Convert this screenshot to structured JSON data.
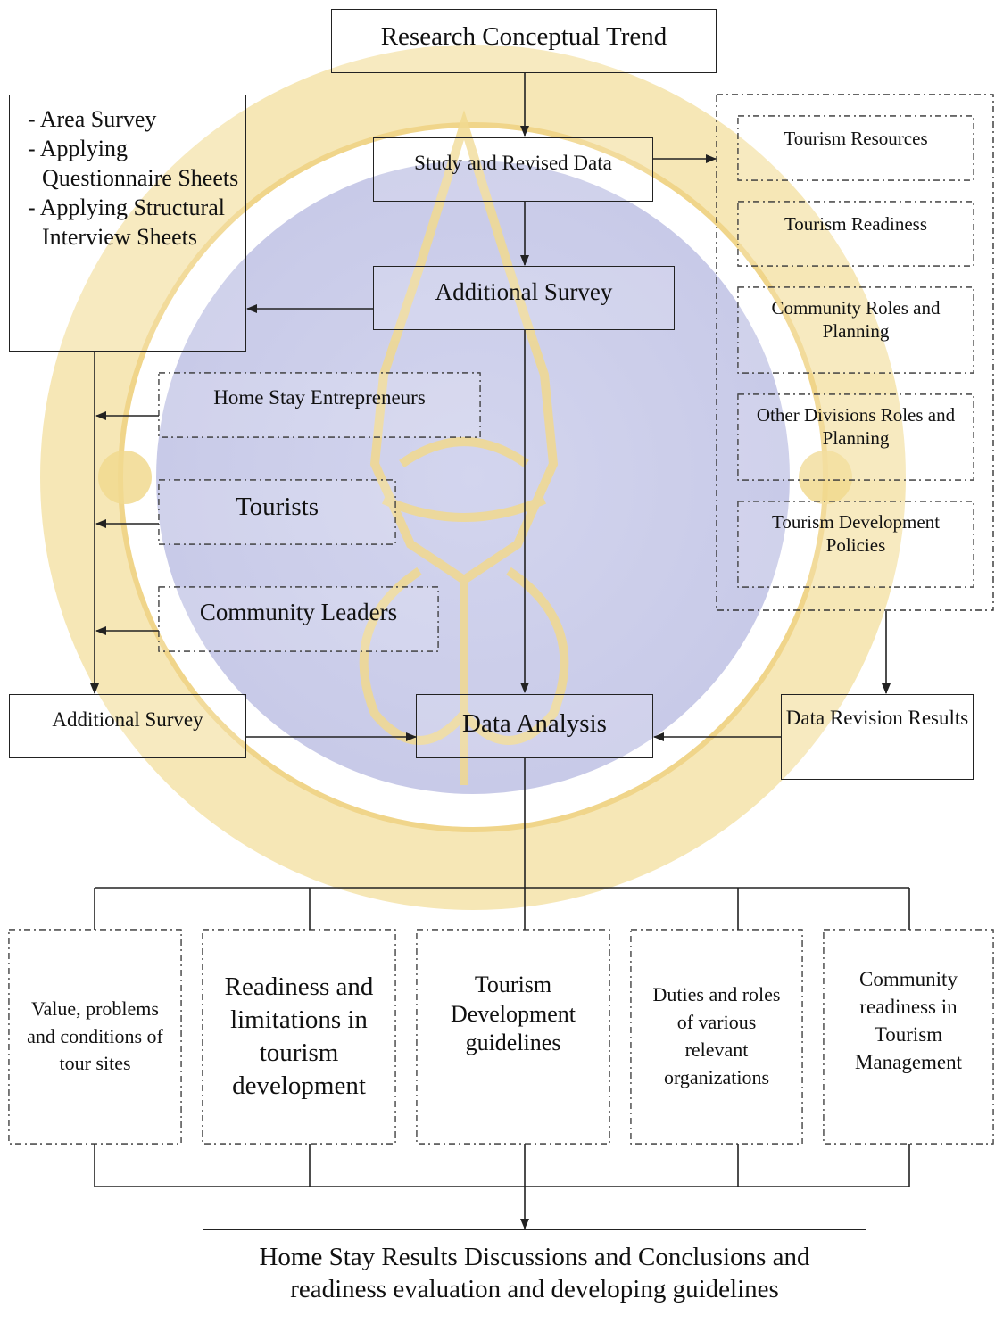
{
  "diagram": {
    "top": {
      "title": "Research Conceptual Trend"
    },
    "study_data": "Study and Revised Data",
    "additional_survey_center": "Additional Survey",
    "methods": [
      "- Area Survey",
      "- Applying Questionnaire Sheets",
      "- Applying Structural Interview Sheets"
    ],
    "respondents": [
      "Home Stay Entrepreneurs",
      "Tourists",
      "Community Leaders"
    ],
    "additional_survey_left": "Additional Survey",
    "data_analysis": "Data Analysis",
    "revision_items": [
      "Tourism Resources",
      "Tourism Readiness",
      "Community Roles and Planning",
      "Other Divisions Roles and Planning",
      "Tourism Development Policies"
    ],
    "data_revision_results": "Data Revision Results",
    "outcomes": [
      "Value, problems and conditions of tour sites",
      "Readiness and limitations in tourism development",
      "Tourism Development guidelines",
      "Duties and roles of various relevant organizations",
      "Community readiness in Tourism Management"
    ],
    "final": "Home Stay Results Discussions and Conclusions and readiness evaluation and developing guidelines"
  },
  "colors": {
    "watermark_blue": "#c9cbe8",
    "watermark_gold": "#f0d58a",
    "line": "#222222"
  },
  "icons": {
    "watermark": "university-seal-watermark"
  }
}
